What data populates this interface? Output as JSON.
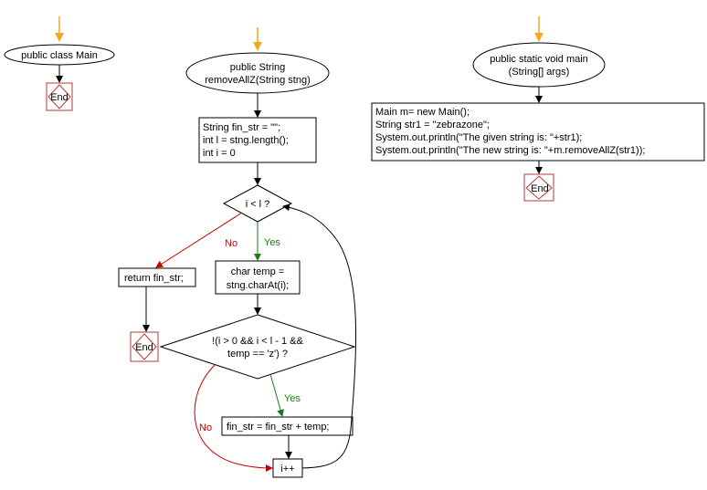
{
  "flow1": {
    "start": "public class Main",
    "end": "End"
  },
  "flow2": {
    "start": [
      "public String",
      "removeAllZ(String stng)"
    ],
    "init": [
      "String fin_str = \"\";",
      "int l = stng.length();",
      "int i = 0"
    ],
    "cond": "i < l ?",
    "no_label": "No",
    "yes_label": "Yes",
    "return": "return fin_str;",
    "end": "End",
    "assign": [
      "char temp =",
      "stng.charAt(i);"
    ],
    "cond2": [
      "!(i > 0 && i < l - 1 &&",
      "temp == 'z') ?"
    ],
    "yes2_label": "Yes",
    "no2_label": "No",
    "concat": "fin_str = fin_str + temp;",
    "incr": "i++"
  },
  "flow3": {
    "start": [
      "public static void main",
      "(String[] args)"
    ],
    "body": [
      "Main m= new Main();",
      "String str1 = \"zebrazone\";",
      "System.out.println(\"The given string is: \"+str1);",
      "System.out.println(\"The new string is: \"+m.removeAllZ(str1));"
    ],
    "end": "End"
  },
  "colors": {
    "start_arrow": "#f5a623",
    "yes": "#1a7a1a",
    "no": "#cc0000",
    "end_border": "#b03a3a"
  }
}
